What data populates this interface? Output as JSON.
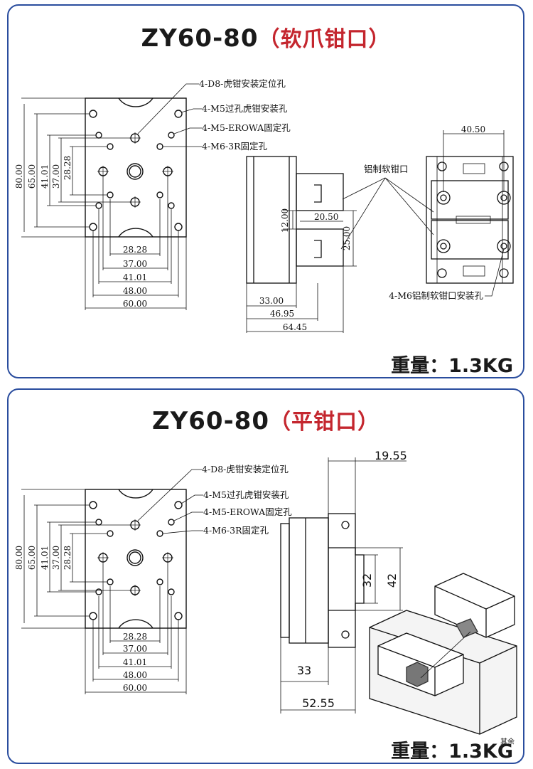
{
  "panel1": {
    "title_main": "ZY60-80",
    "title_paren": "（软爪钳口）",
    "weight": "重量：1.3KG",
    "labels": {
      "d8": "4-D8-虎钳安装定位孔",
      "m5a": "4-M5过孔虎钳安装孔",
      "m5b": "4-M5-EROWA固定孔",
      "m6": "4-M6-3R固定孔",
      "soft_jaw": "铝制软钳口",
      "m6_soft": "4-M6铝制软钳口安装孔"
    },
    "dims_v": [
      "80.00",
      "65.00",
      "41.01",
      "37.00",
      "28.28"
    ],
    "dims_h": [
      "28.28",
      "37.00",
      "41.01",
      "48.00",
      "60.00"
    ],
    "side_dims": {
      "d12": "12.00",
      "d2050": "20.50",
      "d25": "25.00",
      "d33": "33.00",
      "d4695": "46.95",
      "d6445": "64.45"
    },
    "top_dim": "40.50"
  },
  "panel2": {
    "title_main": "ZY60-80",
    "title_paren": "（平钳口）",
    "weight": "重量：1.3KG",
    "labels": {
      "d8": "4-D8-虎钳安装定位孔",
      "m5a": "4-M5过孔虎钳安装孔",
      "m5b": "4-M5-EROWA固定孔",
      "m6": "4-M6-3R固定孔"
    },
    "dims_v": [
      "80.00",
      "65.00",
      "41.01",
      "37.00",
      "28.28"
    ],
    "dims_h": [
      "28.28",
      "37.00",
      "41.01",
      "48.00",
      "60.00"
    ],
    "side_dims": {
      "d1955": "19.55",
      "d32": "32",
      "d42": "42",
      "d33": "33",
      "d5255": "52.55"
    },
    "corner_note": "其余"
  },
  "colors": {
    "border": "#2a4d9e",
    "accent": "#c4262e",
    "line": "#111111"
  }
}
